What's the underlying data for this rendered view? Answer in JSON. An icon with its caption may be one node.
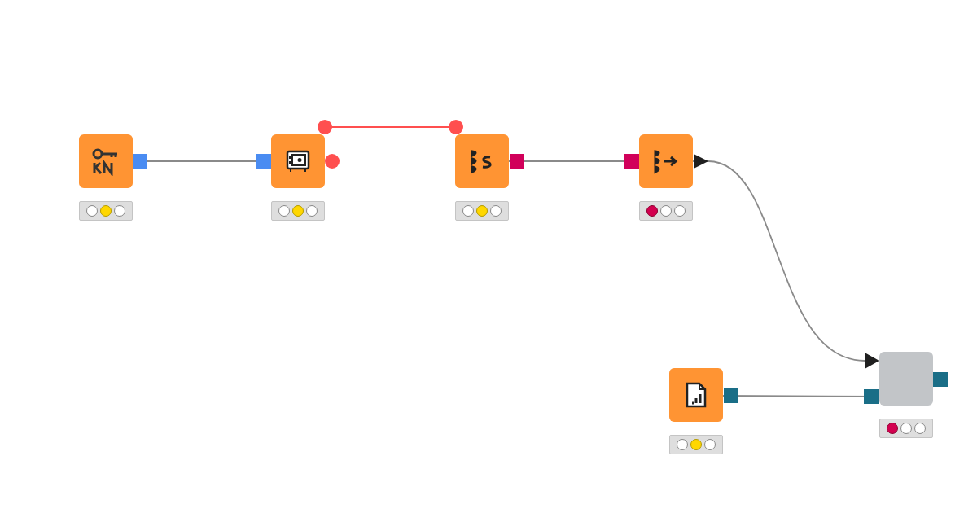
{
  "diagram": {
    "nodes": [
      {
        "text": [],
        "shape": "box"
      },
      {
        "text": [],
        "shape": "box"
      },
      {
        "text": [],
        "shape": "box"
      },
      {
        "text": [],
        "shape": "box"
      },
      {
        "text": [],
        "shape": "box"
      },
      {
        "text": [],
        "shape": "box"
      }
    ],
    "edges": [
      {
        "from": 0,
        "to": 1,
        "arrow": "none"
      },
      {
        "from": 1,
        "to": 2,
        "arrow": "other",
        "color": "#ff4f4f"
      },
      {
        "from": 2,
        "to": 3,
        "arrow": "none"
      },
      {
        "from": 3,
        "to": 5,
        "arrow": "to"
      },
      {
        "from": 4,
        "to": 5,
        "arrow": "none"
      }
    ]
  }
}
